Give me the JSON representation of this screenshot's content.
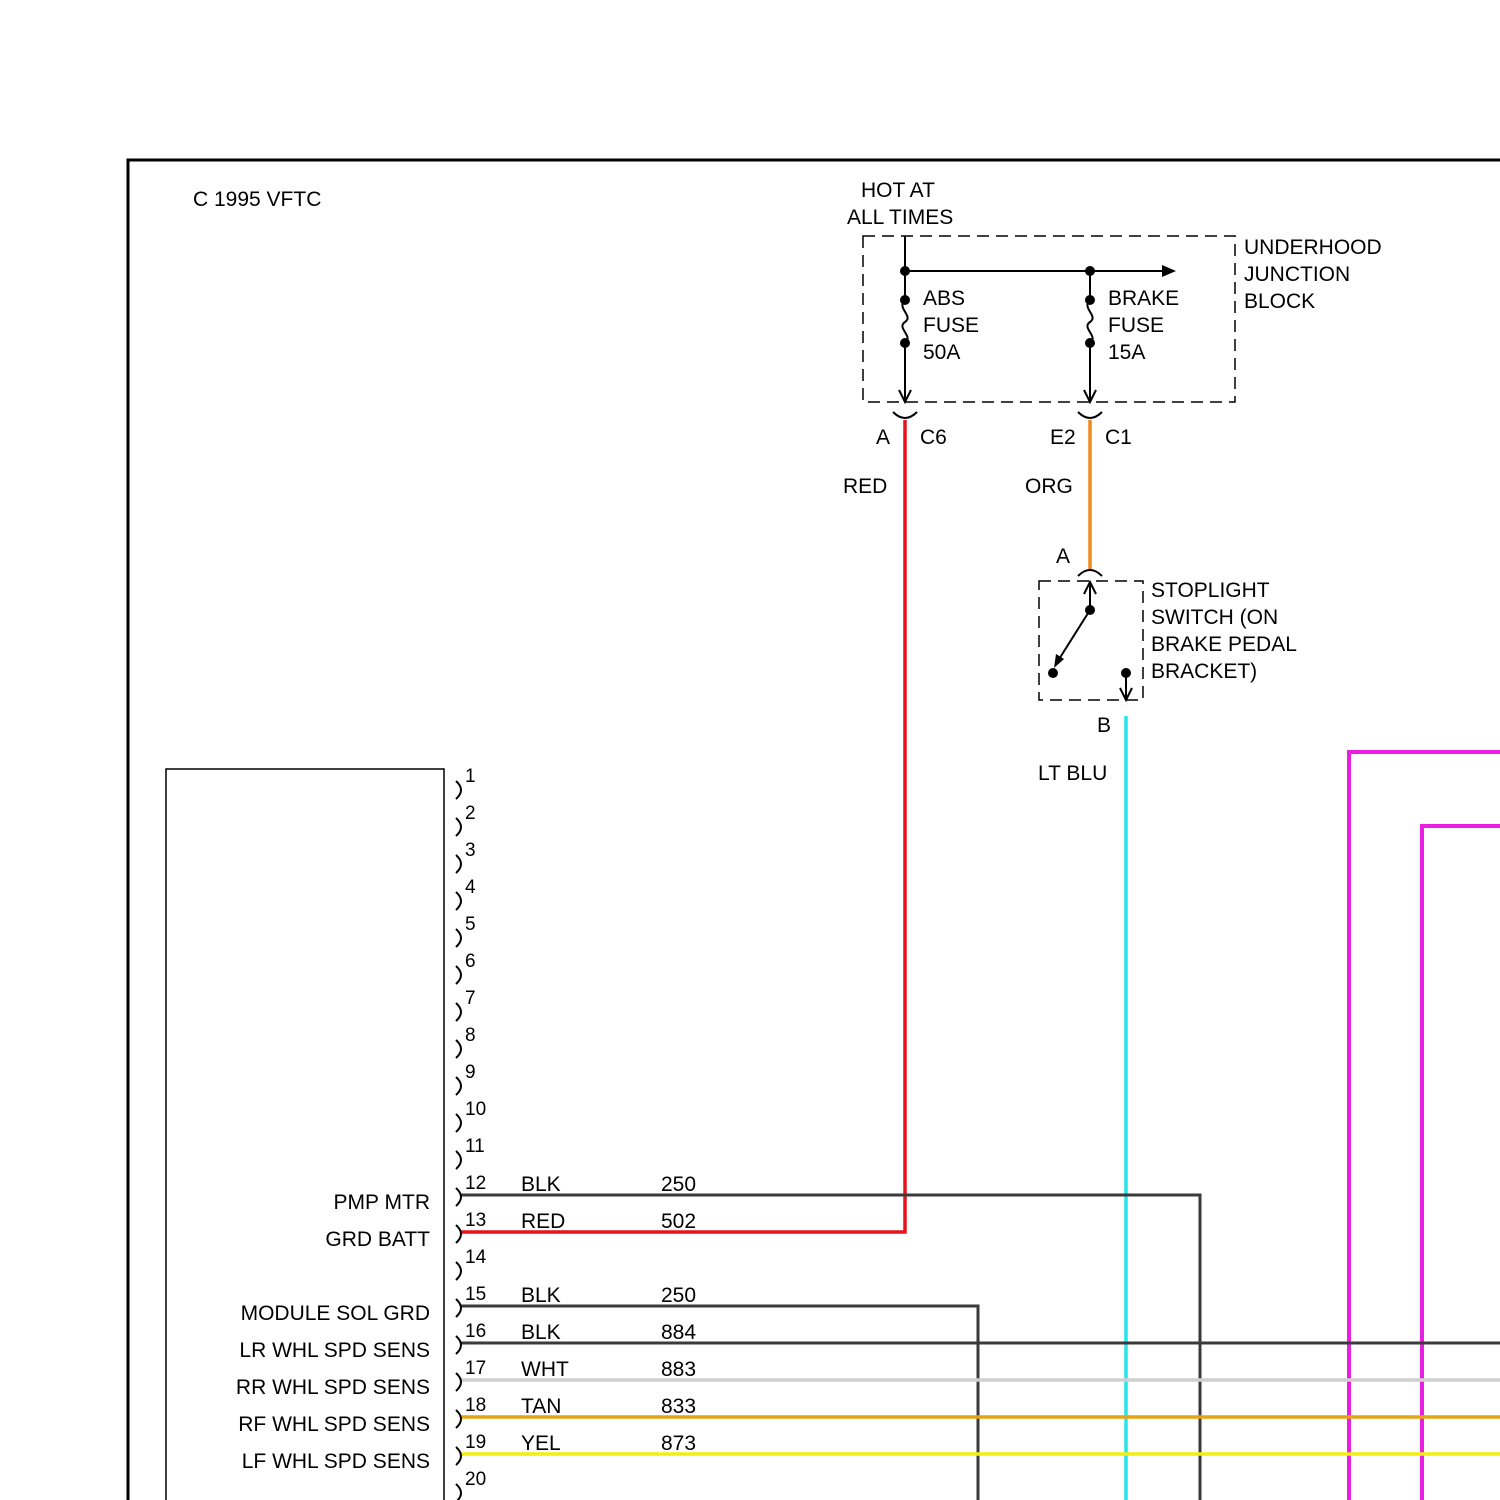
{
  "title": "C  1995 VFTC",
  "power_source": [
    "HOT AT",
    "ALL TIMES"
  ],
  "junction_block": {
    "label": [
      "UNDERHOOD",
      "JUNCTION",
      "BLOCK"
    ],
    "fuses": [
      {
        "id": "abs",
        "label": [
          "ABS",
          "FUSE",
          "50A"
        ],
        "pin": "A",
        "connector": "C6",
        "wire_color_name": "RED",
        "wire_hex": "#e8141c"
      },
      {
        "id": "brake",
        "label": [
          "BRAKE",
          "FUSE",
          "15A"
        ],
        "pin": "E2",
        "connector": "C1",
        "wire_color_name": "ORG",
        "wire_hex": "#f08a1e"
      }
    ]
  },
  "stoplight_switch": {
    "label": [
      "STOPLIGHT",
      "SWITCH (ON",
      "BRAKE PEDAL",
      "BRACKET)"
    ],
    "pin_in": "A",
    "pin_out": "B",
    "out_wire_color_name": "LT BLU",
    "out_wire_hex": "#22e6ec"
  },
  "module": {
    "pins": [
      {
        "num": "1",
        "signal": "",
        "wire_color": "",
        "circuit": ""
      },
      {
        "num": "2",
        "signal": "",
        "wire_color": "",
        "circuit": ""
      },
      {
        "num": "3",
        "signal": "",
        "wire_color": "",
        "circuit": ""
      },
      {
        "num": "4",
        "signal": "",
        "wire_color": "",
        "circuit": ""
      },
      {
        "num": "5",
        "signal": "",
        "wire_color": "",
        "circuit": ""
      },
      {
        "num": "6",
        "signal": "",
        "wire_color": "",
        "circuit": ""
      },
      {
        "num": "7",
        "signal": "",
        "wire_color": "",
        "circuit": ""
      },
      {
        "num": "8",
        "signal": "",
        "wire_color": "",
        "circuit": ""
      },
      {
        "num": "9",
        "signal": "",
        "wire_color": "",
        "circuit": ""
      },
      {
        "num": "10",
        "signal": "",
        "wire_color": "",
        "circuit": ""
      },
      {
        "num": "11",
        "signal": "",
        "wire_color": "",
        "circuit": ""
      },
      {
        "num": "12",
        "signal": "PMP MTR",
        "wire_color": "BLK",
        "circuit": "250"
      },
      {
        "num": "13",
        "signal": "GRD BATT",
        "wire_color": "RED",
        "circuit": "502"
      },
      {
        "num": "14",
        "signal": "",
        "wire_color": "",
        "circuit": ""
      },
      {
        "num": "15",
        "signal": "MODULE SOL GRD",
        "wire_color": "BLK",
        "circuit": "250"
      },
      {
        "num": "16",
        "signal": "LR WHL SPD SENS",
        "wire_color": "BLK",
        "circuit": "884"
      },
      {
        "num": "17",
        "signal": "RR WHL SPD SENS",
        "wire_color": "WHT",
        "circuit": "883"
      },
      {
        "num": "18",
        "signal": "RF WHL SPD SENS",
        "wire_color": "TAN",
        "circuit": "833"
      },
      {
        "num": "19",
        "signal": "LF WHL SPD SENS",
        "wire_color": "YEL",
        "circuit": "873"
      },
      {
        "num": "20",
        "signal": "",
        "wire_color": "",
        "circuit": ""
      }
    ]
  },
  "wire_colors": {
    "RED": "#e8141c",
    "ORG": "#f08a1e",
    "LT BLU": "#22e6ec",
    "BLK": "#3a3a3a",
    "WHT": "#cfcfcf",
    "TAN": "#e4a414",
    "YEL": "#f2ee10",
    "magenta": "#e81ee0"
  }
}
